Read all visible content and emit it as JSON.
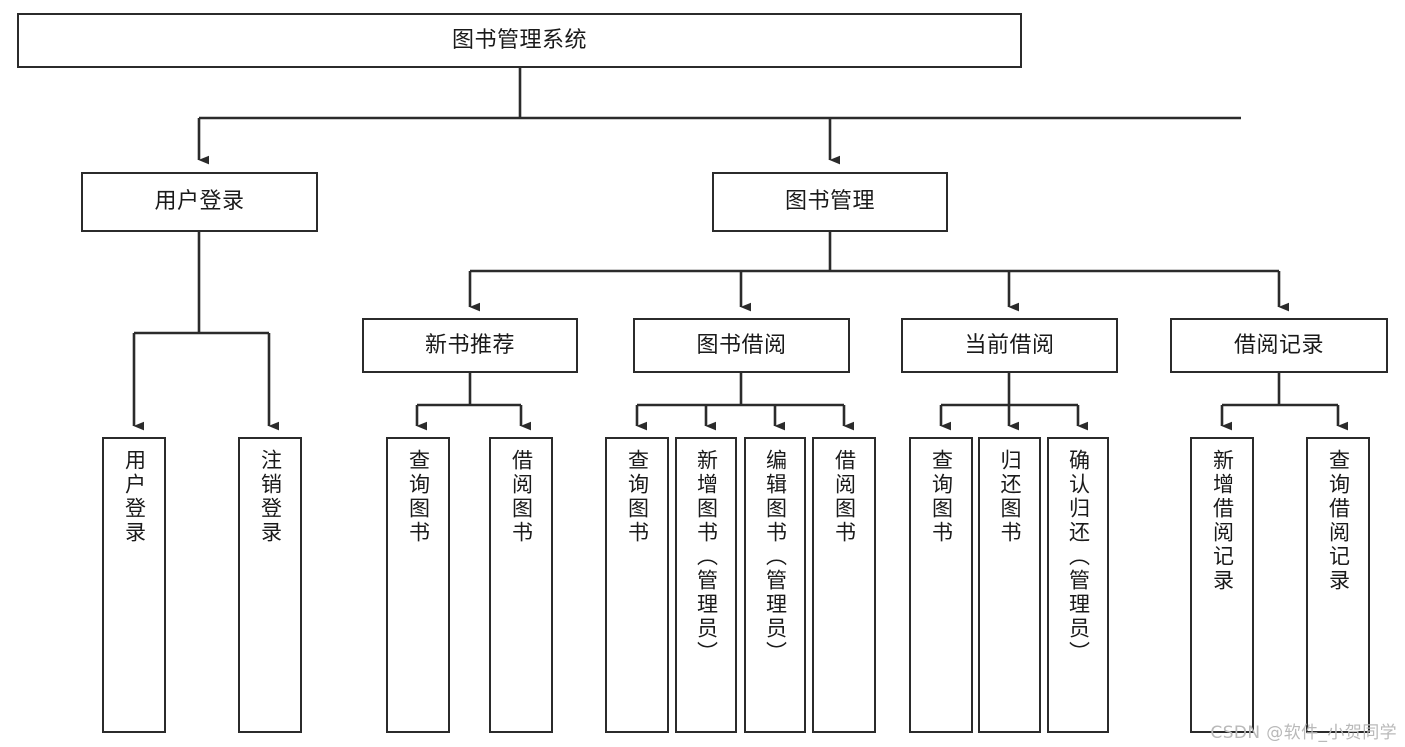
{
  "diagram": {
    "title": "图书管理系统",
    "type": "tree-hierarchy",
    "watermark": "CSDN @软件_小贺同学",
    "colors": {
      "stroke": "#2b2b2b",
      "fill": "#ffffff",
      "text": "#1a1a1a",
      "watermark": "#b9b9b9"
    },
    "nodes": {
      "root": {
        "label": "图书管理系统"
      },
      "level2": [
        {
          "label": "用户登录"
        },
        {
          "label": "图书管理"
        }
      ],
      "level3": [
        {
          "label": "新书推荐"
        },
        {
          "label": "图书借阅"
        },
        {
          "label": "当前借阅"
        },
        {
          "label": "借阅记录"
        }
      ],
      "leaves": {
        "user_login": [
          {
            "label": "用户登录"
          },
          {
            "label": "注销登录"
          }
        ],
        "new_book_recommend": [
          {
            "label": "查询图书"
          },
          {
            "label": "借阅图书"
          }
        ],
        "book_borrow": [
          {
            "label": "查询图书"
          },
          {
            "label": "新增图书（管理员）"
          },
          {
            "label": "编辑图书（管理员）"
          },
          {
            "label": "借阅图书"
          }
        ],
        "current_borrow": [
          {
            "label": "查询图书"
          },
          {
            "label": "归还图书"
          },
          {
            "label": "确认归还（管理员）"
          }
        ],
        "borrow_record": [
          {
            "label": "新增借阅记录"
          },
          {
            "label": "查询借阅记录"
          }
        ]
      }
    }
  }
}
